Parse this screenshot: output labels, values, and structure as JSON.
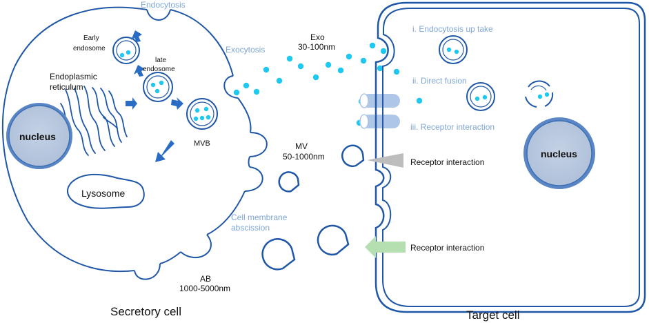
{
  "labels": {
    "endocytosis": "Endocytosis",
    "early_endosome_1": "Early",
    "early_endosome_2": "endosome",
    "late_endosome_1": "late",
    "late_endosome_2": "endosome",
    "er_1": "Endoplasmic",
    "er_2": "reticulum",
    "mvb": "MVB",
    "nucleus_left": "nucleus",
    "lysosome": "Lysosome",
    "exocytosis": "Exocytosis",
    "exo_1": "Exo",
    "exo_2": "30-100nm",
    "mv_1": "MV",
    "mv_2": "50-1000nm",
    "cell_membrane_1": "Cell membrane",
    "cell_membrane_2": "abscission",
    "ab_1": "AB",
    "ab_2": "1000-5000nm",
    "secretory_cell": "Secretory cell",
    "target_cell": "Target cell",
    "nucleus_right": "nucleus",
    "uptake_i": "i. Endocytosis up take",
    "uptake_ii": "ii. Direct fusion",
    "uptake_iii": "iii. Receptor interaction",
    "receptor_mv": "Receptor interaction",
    "receptor_ab": "Receptor interaction"
  },
  "colors": {
    "membrane": "#1f57a6",
    "vesicle_dot": "#1ec8f0",
    "nucleus_fill": "#b6c6dc",
    "nucleus_ring": "#3a6fb5",
    "arrow": "#2a6cc4",
    "label_blue": "#7fa6d6",
    "receptor_fill": "#aec7e8",
    "gray_arrow": "#bdbdbd",
    "green_arrow": "#b5dfb0"
  }
}
